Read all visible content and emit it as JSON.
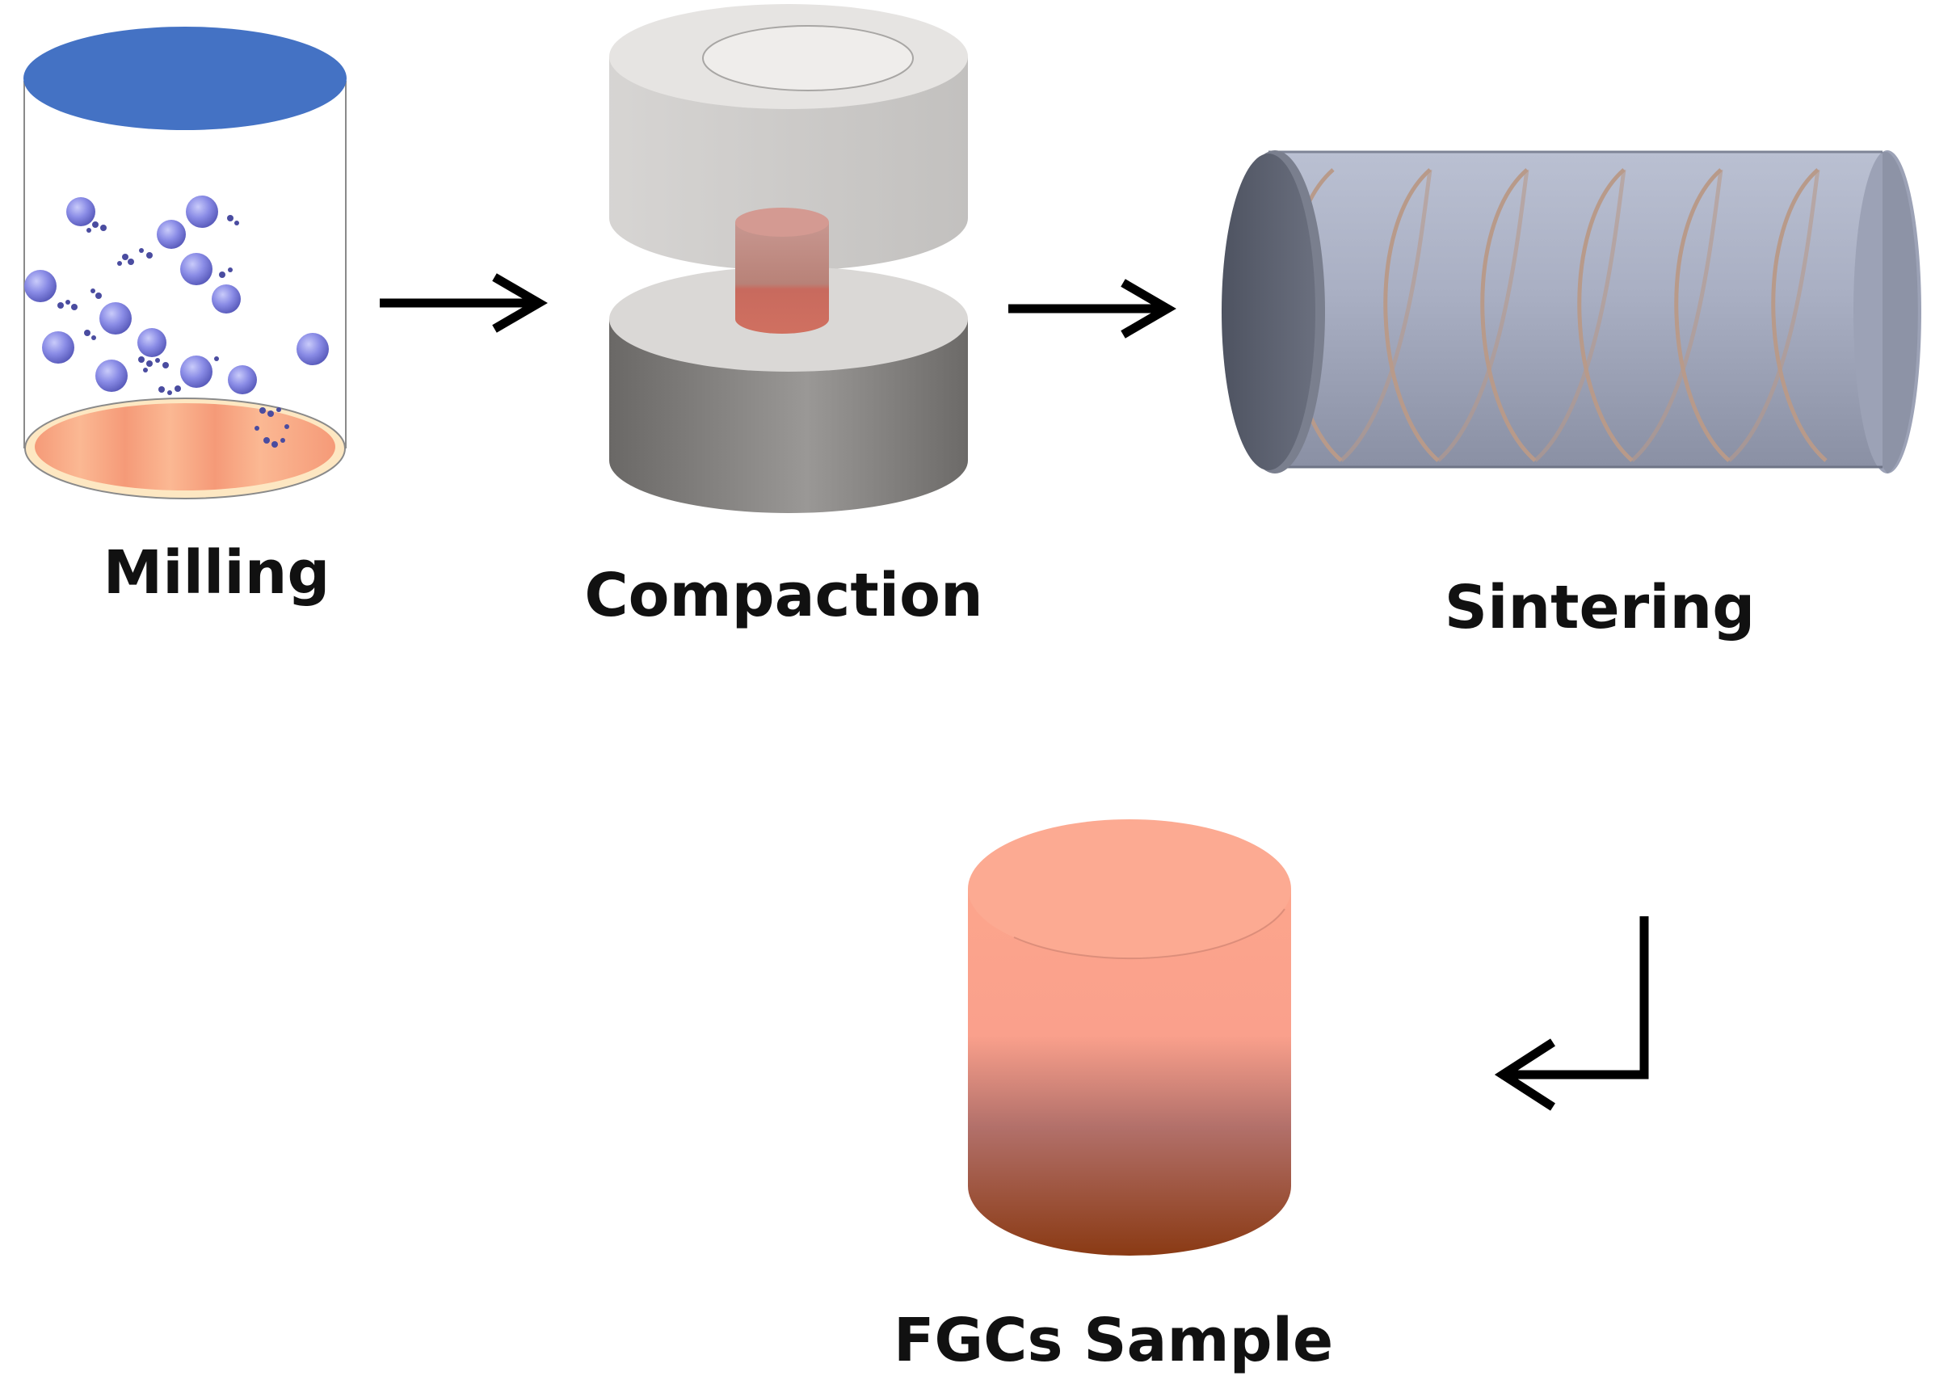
{
  "steps": [
    {
      "id": "milling",
      "label": "Milling"
    },
    {
      "id": "compaction",
      "label": "Compaction"
    },
    {
      "id": "sintering",
      "label": "Sintering"
    },
    {
      "id": "sample",
      "label": "FGCs Sample"
    }
  ],
  "colors": {
    "jar_lid": "#4472C4",
    "jar_outline": "#7F7F7F",
    "milling_balls": "#8A8CE6",
    "jar_bottom": "#F6A37E",
    "die_light": "#D9D7D5",
    "die_dark": "#6E6C6A",
    "green_compact": "#C86A5E",
    "furnace_tube": "#A8AEC2",
    "furnace_end": "#5A5F6E",
    "heating_coil": "#B89A8A",
    "sample_top": "#FCA58C",
    "sample_bottom": "#8A3A14",
    "arrow": "#000000"
  },
  "icons": [
    "arrow-right-icon",
    "arrow-right-icon",
    "return-arrow-icon"
  ]
}
